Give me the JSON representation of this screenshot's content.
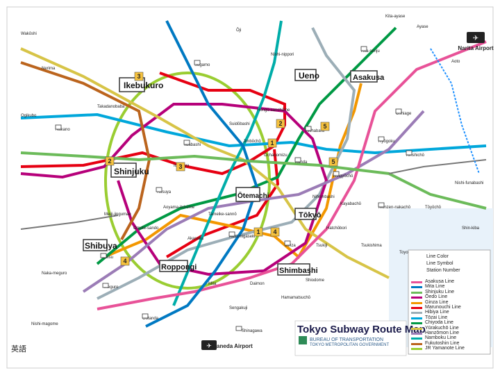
{
  "title": "Tokyo Subway Route Map",
  "publisher_en": "BUREAU OF TRANSPORTATION",
  "publisher_en2": "TOKYO METROPOLITAN GOVERNMENT",
  "lang_label": "英語",
  "airports": {
    "narita": "Narita Airport",
    "haneda": "Haneda Airport"
  },
  "stations": {
    "ikebukuro": "Ikebukuro",
    "shinjuku": "Shinjuku",
    "shibuya": "Shibuya",
    "ueno": "Ueno",
    "asakusa": "Asakusa",
    "otemachi": "Ōtemachi",
    "tokyo": "Tōkyō",
    "shimbashi": "Shimbashi",
    "roppongi": "Roppongi",
    "ebisu": "Ebisu",
    "meguro": "Meguro",
    "gotanda": "Gotanda",
    "shinagawa": "Shinagawa",
    "akihabara": "Akihabara",
    "kanda": "Kanda",
    "iidabashi": "Iidabashi",
    "yotsuya": "Yotsuya",
    "kasumigaseki": "Kasumigaseki",
    "ginza": "Ginza",
    "hamamatsucho": "Hamamatsuchō",
    "oshiage": "Oshiage",
    "kinshicho": "Kinshichō",
    "nishi_funabashi": "Nishi-funabashi",
    "sugamo": "Sugamo",
    "nerima": "Nerima",
    "nakano": "Nakano",
    "ogikubo": "Ogikubo",
    "kitasenju": "Kita-senju",
    "toyocho": "Tōyōchō",
    "tsukishima": "Tsukishima",
    "shiodome": "Shiodome",
    "sengakuji": "Sengakuji",
    "meiji_jingumae": "Meiji-jingumae",
    "omotesando": "Omote-sando",
    "nakameguro": "Naka-meguro",
    "ochanomizu": "Ochanomizu",
    "jimbocho": "Jimbōchō",
    "nihombashi": "Nihombashi",
    "ichigaya": "Ichigaya",
    "akasaka": "Akasaka",
    "ryogoku": "Ryōgoku",
    "suidobashi": "Suidōbashi",
    "hongo": "Hongō-sanchōme",
    "ningyocho": "Ningyōchō",
    "takadanobaba": "Takadanobaba",
    "nishi_nippori": "Nishi-nippori",
    "ayase": "Ayase",
    "oji": "Ōji",
    "wakoshi": "Wakōshi",
    "nishi_magome": "Nishi-magome",
    "kita_ayase": "Kita-ayase",
    "aoto": "Aoto",
    "mita": "Mita",
    "daimon": "Daimon",
    "tsukiji": "Tsukiji",
    "hatchobori": "Hatchōbori",
    "monzen_nakacho": "Monzen-nakachō",
    "kayabacho": "Kayabachō",
    "shin_kiba": "Shin-kiba",
    "toyosu": "Toyosu",
    "tameike_sanno": "Tameike-sannō",
    "aoyama_itchome": "Aoyama-itchōme"
  },
  "markers": [
    "1",
    "2",
    "3",
    "4",
    "5"
  ],
  "lines": [
    {
      "name": "Asakusa Line",
      "color": "#e85298"
    },
    {
      "name": "Mita Line",
      "color": "#0079c2"
    },
    {
      "name": "Shinjuku Line",
      "color": "#6cbb5a"
    },
    {
      "name": "Ōedo Line",
      "color": "#b6007a"
    },
    {
      "name": "Ginza Line",
      "color": "#f39700"
    },
    {
      "name": "Marunouchi Line",
      "color": "#e60012"
    },
    {
      "name": "Hibiya Line",
      "color": "#9caeb7"
    },
    {
      "name": "Tōzai Line",
      "color": "#00a7db"
    },
    {
      "name": "Chiyoda Line",
      "color": "#009944"
    },
    {
      "name": "Yūrakuchō Line",
      "color": "#d7c447"
    },
    {
      "name": "Hanzōmon Line",
      "color": "#9b7cb6"
    },
    {
      "name": "Namboku Line",
      "color": "#00ada9"
    },
    {
      "name": "Fukutoshin Line",
      "color": "#bb641d"
    },
    {
      "name": "JR Yamanote Line",
      "color": "#9acd32"
    }
  ],
  "legend": {
    "line_color": "Line Color",
    "line_symbol": "Line Symbol",
    "station_number": "Station Number"
  }
}
